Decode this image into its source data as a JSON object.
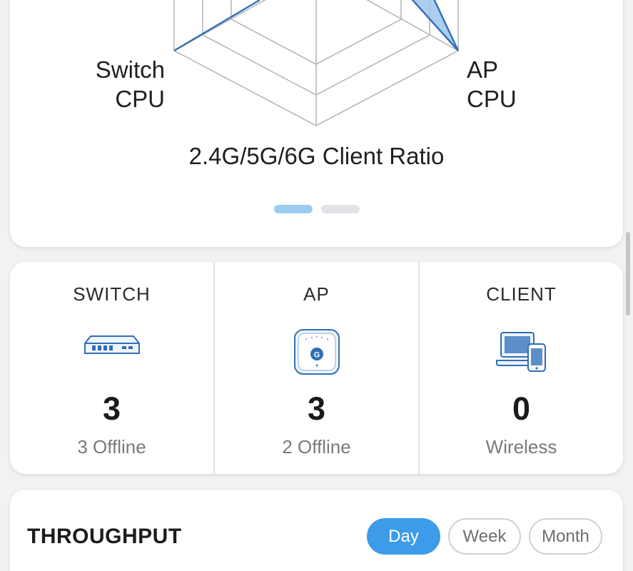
{
  "radar": {
    "labels": {
      "switch_cpu": [
        "Switch",
        "CPU"
      ],
      "ap_cpu": [
        "AP",
        "CPU"
      ],
      "client_ratio": "2.4G/5G/6G Client Ratio"
    },
    "accent_color": "#2f6fb5",
    "fill_color": "#9ec6ec",
    "pager_pages": 2,
    "pager_active": 0
  },
  "stats": [
    {
      "title": "SWITCH",
      "value": "3",
      "sub": "3 Offline",
      "icon": "switch-icon"
    },
    {
      "title": "AP",
      "value": "3",
      "sub": "2 Offline",
      "icon": "access-point-icon"
    },
    {
      "title": "CLIENT",
      "value": "0",
      "sub": "Wireless",
      "icon": "client-devices-icon"
    }
  ],
  "throughput": {
    "title": "THROUGHPUT",
    "ranges": [
      "Day",
      "Week",
      "Month"
    ],
    "selected": "Day",
    "accent_color": "#3d9be9"
  }
}
